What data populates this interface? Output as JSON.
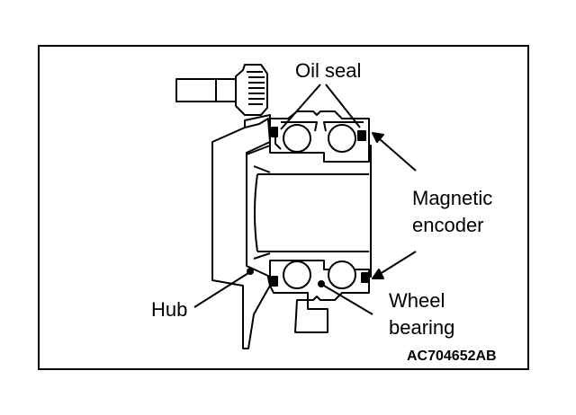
{
  "labels": {
    "oil_seal": "Oil seal",
    "magnetic_line1": "Magnetic",
    "magnetic_line2": "encoder",
    "hub": "Hub",
    "wheel_line1": "Wheel",
    "wheel_line2": "bearing"
  },
  "figure_code": "AC704652AB"
}
